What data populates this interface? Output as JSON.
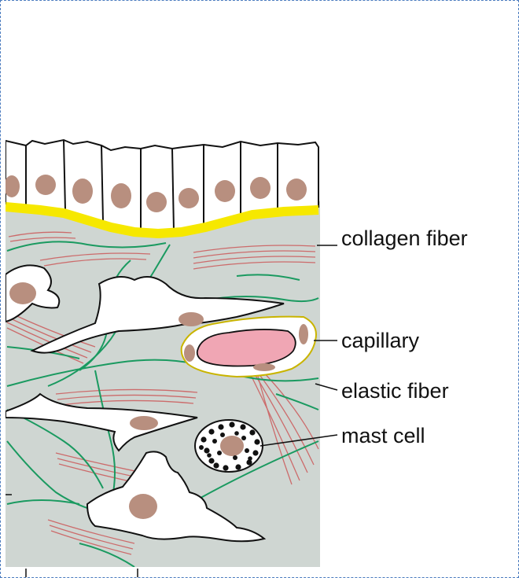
{
  "labels": {
    "collagen": "collagen fiber",
    "capillary": "capillary",
    "elastic": "elastic fiber",
    "mast": "mast cell"
  },
  "colors": {
    "background": "#ffffff",
    "connective_tissue": "#cfd6d2",
    "basal_lamina": "#f6e800",
    "nucleus": "#b88f7f",
    "collagen": "#cc6b6b",
    "elastic": "#1a9a60",
    "capillary_lumen": "#f0a6b4",
    "capillary_outline": "#c9b400",
    "mast_granule": "#111111"
  }
}
